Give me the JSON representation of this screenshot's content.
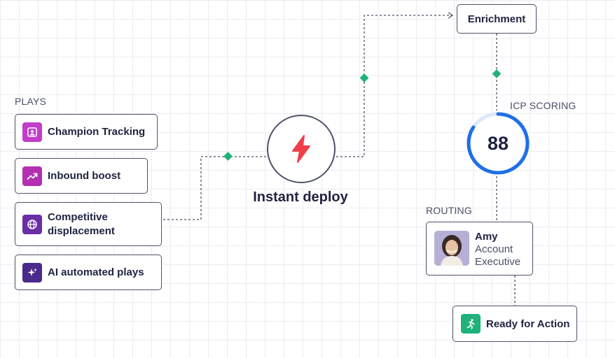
{
  "plays": {
    "title": "PLAYS",
    "items": [
      {
        "id": "champion",
        "label": "Champion Tracking",
        "icon": "user-badge-icon",
        "color": "#c13ec9"
      },
      {
        "id": "inbound",
        "label": "Inbound boost",
        "icon": "trend-up-icon",
        "color": "#b32fb3"
      },
      {
        "id": "competitive",
        "label": "Competitive displacement",
        "icon": "globe-icon",
        "color": "#6a2ea6"
      },
      {
        "id": "ai",
        "label": "AI automated plays",
        "icon": "sparkles-icon",
        "color": "#4a2a8a"
      }
    ]
  },
  "deploy": {
    "label": "Instant deploy",
    "icon": "lightning-icon",
    "color": "#ef3e4a"
  },
  "enrichment": {
    "label": "Enrichment"
  },
  "scoring": {
    "title": "ICP SCORING",
    "score": "88",
    "ring_color": "#1f6fe8"
  },
  "routing": {
    "title": "ROUTING",
    "person": {
      "name": "Amy",
      "role_line1": "Account",
      "role_line2": "Executive"
    }
  },
  "action": {
    "label": "Ready for Action",
    "icon": "running-person-icon",
    "color": "#1fb27a"
  },
  "colors": {
    "connector": "#4d5268",
    "diamond": "#1fb27a"
  }
}
